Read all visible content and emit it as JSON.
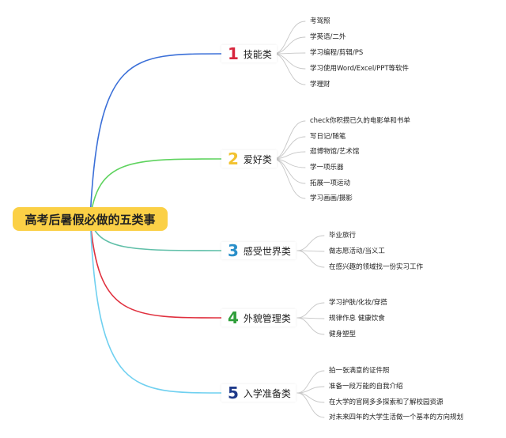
{
  "root": {
    "title": "高考后暑假必做的五类事"
  },
  "branches": [
    {
      "num": "1",
      "label": "技能类",
      "color": "#d7263d",
      "line": "#3a6fd8",
      "items": [
        "考驾照",
        "学英语/二外",
        "学习编程/剪辑/PS",
        "学习使用Word/Excel/PPT等软件",
        "学理财"
      ]
    },
    {
      "num": "2",
      "label": "爱好类",
      "color": "#f2c230",
      "line": "#5ed35e",
      "items": [
        "check你积攒已久的电影单和书单",
        "写日记/随笔",
        "逛博物馆/艺术馆",
        "学一项乐器",
        "拓展一项运动",
        "学习画画/摄影"
      ]
    },
    {
      "num": "3",
      "label": "感受世界类",
      "color": "#2a8fc9",
      "line": "#5fbfa8",
      "items": [
        "毕业旅行",
        "做志愿活动/当义工",
        "在感兴趣的领域找一份实习工作"
      ]
    },
    {
      "num": "4",
      "label": "外貌管理类",
      "color": "#2f9e3a",
      "line": "#e0303e",
      "items": [
        "学习护肤/化妆/穿搭",
        "规律作息 健康饮食",
        "健身塑型"
      ]
    },
    {
      "num": "5",
      "label": "入学准备类",
      "color": "#1f3a8a",
      "line": "#6fd0f0",
      "items": [
        "拍一张满意的证件照",
        "准备一段万能的自我介绍",
        "在大学的官网多多探索和了解校园资源",
        "对未来四年的大学生活做一个基本的方向规划"
      ]
    }
  ]
}
